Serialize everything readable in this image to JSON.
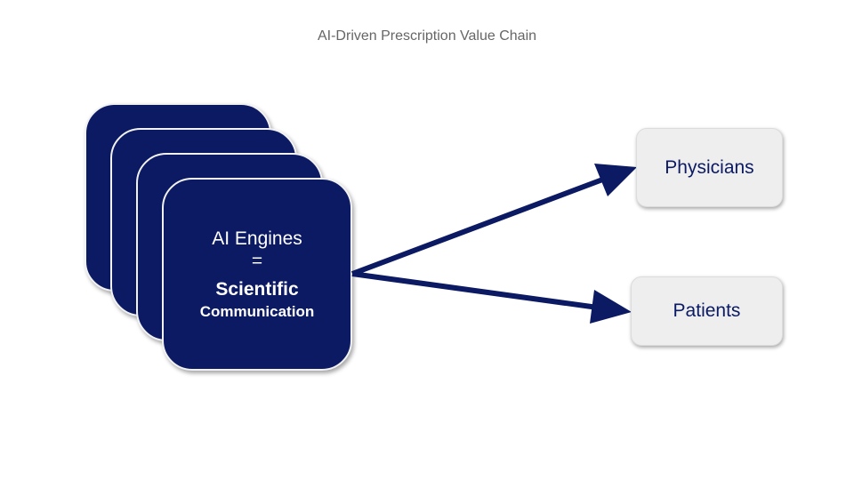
{
  "title": "AI-Driven Prescription Value Chain",
  "source": {
    "line1": "AI Engines",
    "line2": "=",
    "line3": "Scientific",
    "line4": "Communication"
  },
  "targets": [
    {
      "label": "Physicians"
    },
    {
      "label": "Patients"
    }
  ],
  "colors": {
    "navy": "#0b1a63",
    "box": "#eeeeee",
    "title": "#666666"
  }
}
